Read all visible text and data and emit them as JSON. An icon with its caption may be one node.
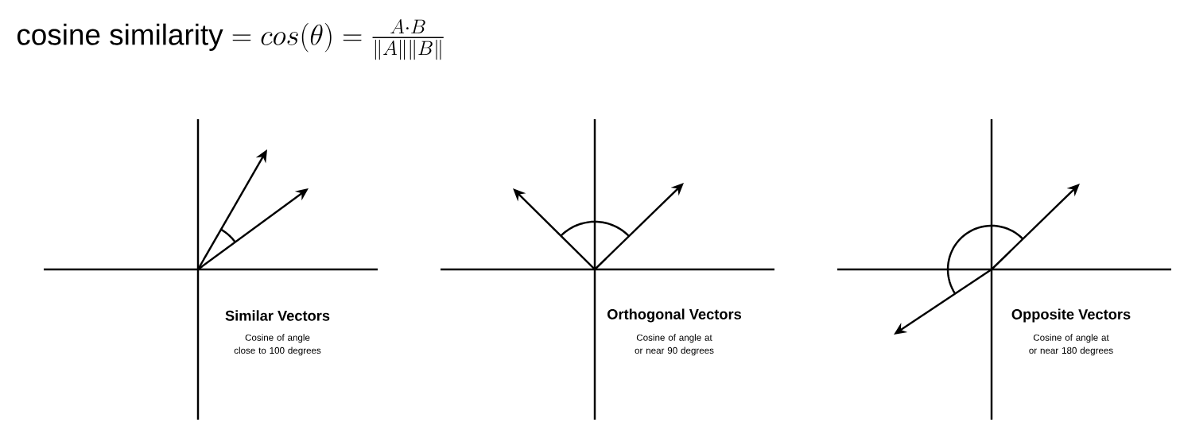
{
  "diagram": {
    "title": "\\text{cosine similarity} = cos(\\theta) = \\frac{A\\cdot B}{\\|A\\|\\|B\\|}",
    "labels": [
      "Similar Vectors",
      "Cosine of angle close to 100 degrees",
      "Orthogonal Vectors",
      "Cosine of angle at or near 90 degrees",
      "Opposite Vectors",
      "Cosine of angle at or near 180 degrees"
    ]
  }
}
